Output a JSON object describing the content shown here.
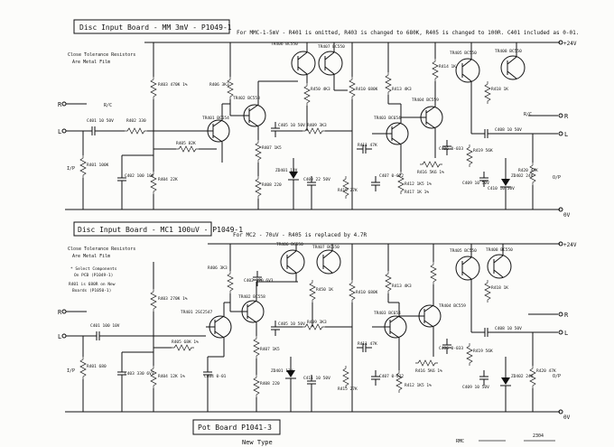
{
  "board1": {
    "title": "Disc Input Board - MM 3mV - P1049-1",
    "note": "For MMC-1-5mV - R401 is omitted, R403 is changed to 680K, R405 is changed to 100R. C401 included as 0-01.",
    "tol_note_1": "Close Tolerance Resistors",
    "tol_note_2": "Are Metal Film",
    "supply": "+24V",
    "ground": "0V",
    "input_r": "R",
    "input_l": "L",
    "input_ip": "I/P",
    "output_r": "R",
    "output_l": "L",
    "output_op": "O/P",
    "from_r": "R/C",
    "to_r": "R/C",
    "parts": {
      "r401": "R401 100K",
      "c401": "C401 10 50V",
      "r402": "R402 330",
      "c402": "C402 100 10V",
      "r403": "R403 470K 1%",
      "r404": "R404 22K",
      "r405": "R405 82K",
      "r406": "R406 3K3",
      "tr401": "TR401 BC654",
      "tr402": "TR402 BC558",
      "tr406": "TR406 BC550",
      "tr407": "TR407 BC550",
      "r450": "R450 4K3",
      "c405": "C405 10 50V",
      "r407": "R407 1K5",
      "r408": "R408 220",
      "r409": "R409 3K3",
      "zd401": "ZD401 13V",
      "c403": "C403 22 50V",
      "r410": "R410 680K",
      "r411": "R411 47K",
      "r412": "R412 1K5 1%",
      "tr403": "TR403 BC654",
      "tr404": "TR404 BC559",
      "r413": "R413 4K3",
      "r414": "R414 1K",
      "c406": "C406 0-033",
      "c407": "C407 0-022",
      "r415": "R415 27K",
      "r416": "R416 5K6 1%",
      "r417": "R417 1K 1%",
      "tr405": "TR405 BC550",
      "tr408": "TR408 BC550",
      "r418": "R418 1K",
      "c408": "C408 10 50V",
      "c409": "C409 10 50V",
      "r419": "R419 56K",
      "c410": "C410 10 50V",
      "zd402": "ZD402 24V",
      "r420": "R420 47K"
    }
  },
  "board2": {
    "title": "Disc Input Board - MC1 100uV - P1049-1",
    "note": "For MC2 - 70uV - R405 is replaced by 4.7R",
    "tol_note_1": "Close Tolerance Resistors",
    "tol_note_2": "Are Metal Film",
    "select_1": "* Select Components",
    "select_2": "On PCB (P1049-1)",
    "select_3": "R401 is 680R on New",
    "select_4": "Boards (P1050-1)",
    "supply": "+24V",
    "ground": "0V",
    "input_r": "R",
    "input_l": "L",
    "input_ip": "I/P",
    "output_r": "R",
    "output_l": "L",
    "output_op": "O/P",
    "parts": {
      "r401": "R401 680",
      "c401": "C401 100 10V",
      "r403": "R403 270K 1%",
      "c403": "C403 330 6V3",
      "r404": "R404 12K 1%",
      "r405": "R405 68K 1%",
      "r406": "R406 3K3",
      "c404": "C404 0-01",
      "tr401": "TR401 2SC2547",
      "tr402": "TR402 BC558",
      "tr406": "TR406 BC550",
      "tr407": "TR407 BC550",
      "c402": "C402 220 6V3",
      "r450": "R450 1K",
      "c405": "C405 10 50V",
      "r407": "R407 1K5",
      "r408": "R408 220",
      "r409": "R409 3K3",
      "zd401": "ZD401 13V",
      "c411": "C411 10 50V",
      "r410": "R410 680K",
      "r411": "R411 47K",
      "r412": "R412 1K5 1%",
      "tr403": "TR403 BC654",
      "tr404": "TR404 BC559",
      "r413": "R413 4K3",
      "c406": "C406 0-033",
      "c407": "C407 0-022",
      "r415": "R415 27K",
      "r416": "R416 5K6 1%",
      "tr405": "TR405 BC550",
      "tr408": "TR408 BC550",
      "r418": "R418 1K",
      "c408": "C408 10 50V",
      "c409": "C409 10 50V",
      "r419": "R419 56K",
      "zd402": "ZD402 24V",
      "r420": "R420 47K"
    }
  },
  "footer": {
    "box_title": "Pot Board P1041-3",
    "new_type": "New Type",
    "rmc": "RMC",
    "ref": "2304"
  }
}
